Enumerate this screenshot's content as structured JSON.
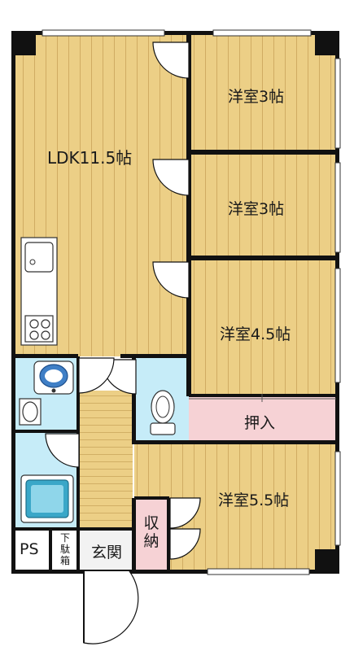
{
  "rooms": {
    "ldk": "LDK11.5帖",
    "western1": "洋室3帖",
    "western2": "洋室3帖",
    "western3": "洋室4.5帖",
    "western4": "洋室5.5帖",
    "closet_oshiire": "押入",
    "storage_line1": "収",
    "storage_line2": "納",
    "entrance": "玄関",
    "shoe_box_line1": "下",
    "shoe_box_line2": "駄",
    "shoe_box_line3": "箱",
    "ps": "PS"
  },
  "colors": {
    "floor_wood": "#eccf86",
    "wood_grain": "#c9a45a",
    "wet_area": "#c6ecf8",
    "closet_pink": "#f6d2d5",
    "wall": "#111111",
    "entrance_floor": "#f2f2f2"
  }
}
